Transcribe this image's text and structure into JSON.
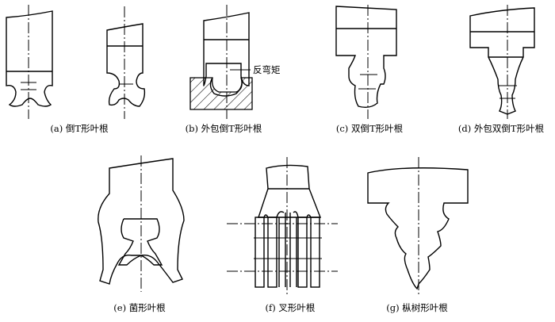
{
  "figures": [
    {
      "id": "a",
      "caption": "(a) 倒T形叶根"
    },
    {
      "id": "b",
      "caption": "(b) 外包倒T形叶根",
      "annotation": "反弯矩"
    },
    {
      "id": "c",
      "caption": "(c) 双倒T形叶根"
    },
    {
      "id": "d",
      "caption": "(d) 外包双倒T形叶根"
    },
    {
      "id": "e",
      "caption": "(e) 菌形叶根"
    },
    {
      "id": "f",
      "caption": "(f) 叉形叶根"
    },
    {
      "id": "g",
      "caption": "(g) 枞树形叶根"
    }
  ]
}
